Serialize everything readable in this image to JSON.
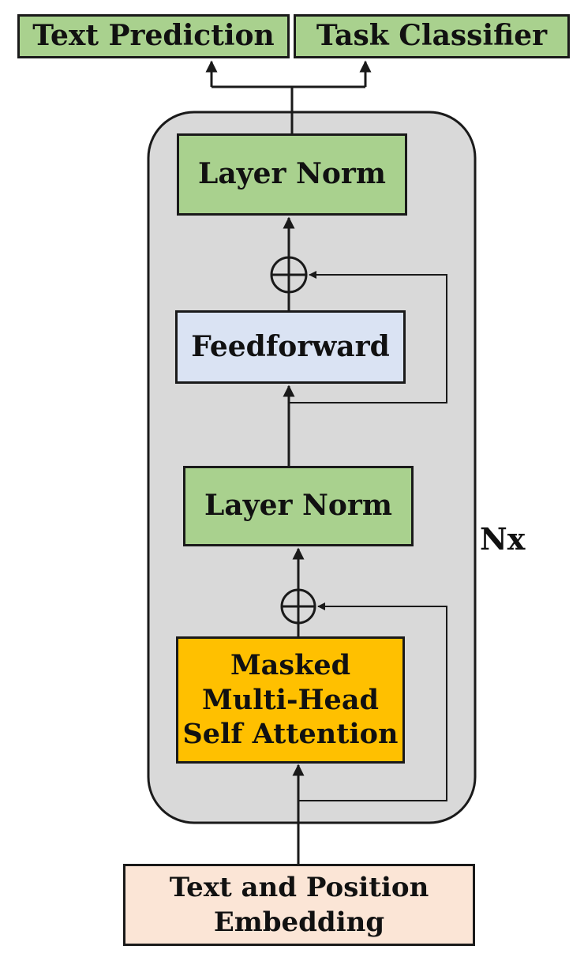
{
  "outputs": {
    "text_prediction": "Text Prediction",
    "task_classifier": "Task Classifier"
  },
  "block": {
    "layer_norm_top": "Layer Norm",
    "feedforward": "Feedforward",
    "layer_norm_mid": "Layer Norm",
    "masked_attention": "Masked\nMulti-Head\nSelf Attention",
    "repeat_label": "Nx"
  },
  "input": {
    "embedding": "Text and Position\nEmbedding"
  },
  "colors": {
    "layer_norm": "#a9d18e",
    "feedforward": "#dae3f3",
    "attention": "#ffc000",
    "embedding": "#fbe5d6",
    "block_background": "#d9d9d9",
    "stroke": "#1a1a1a"
  }
}
